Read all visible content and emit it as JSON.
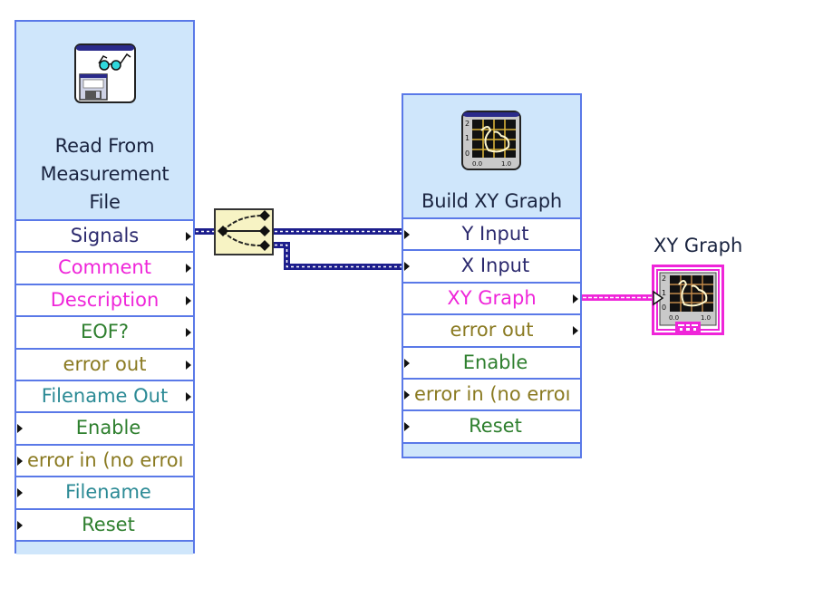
{
  "read_node": {
    "title_lines": [
      "Read From",
      "Measurement",
      "File"
    ],
    "icon": "read-measurement-file-icon",
    "outputs": [
      {
        "label": "Signals",
        "color": "#2c2a6e"
      },
      {
        "label": "Comment",
        "color": "#ef25d9"
      },
      {
        "label": "Description",
        "color": "#ef25d9"
      },
      {
        "label": "EOF?",
        "color": "#2e7f2e"
      },
      {
        "label": "error out",
        "color": "#8a7a21"
      },
      {
        "label": "Filename Out",
        "color": "#2b8a95"
      }
    ],
    "inputs": [
      {
        "label": "Enable",
        "color": "#2e7f2e"
      },
      {
        "label": "error in (no error)",
        "display": "error in (no erroı",
        "color": "#8a7a21"
      },
      {
        "label": "Filename",
        "color": "#2b8a95"
      },
      {
        "label": "Reset",
        "color": "#2e7f2e"
      }
    ]
  },
  "unbundle_node": {
    "name": "split-signals",
    "outputs": 3
  },
  "build_node": {
    "title": "Build XY Graph",
    "icon": "xy-graph-icon",
    "inputs_top": [
      {
        "label": "Y Input",
        "color": "#2c2a6e"
      },
      {
        "label": "X Input",
        "color": "#2c2a6e"
      }
    ],
    "outputs": [
      {
        "label": "XY Graph",
        "color": "#ef25d9"
      },
      {
        "label": "error out",
        "color": "#8a7a21"
      }
    ],
    "inputs_bottom": [
      {
        "label": "Enable",
        "color": "#2e7f2e"
      },
      {
        "label": "error in (no error)",
        "display": "error in (no erroı",
        "color": "#8a7a21"
      },
      {
        "label": "Reset",
        "color": "#2e7f2e"
      }
    ]
  },
  "indicator": {
    "label": "XY Graph",
    "icon": "xy-graph-indicator-icon",
    "icon_axis_labels": {
      "y": [
        "2",
        "1",
        "0"
      ],
      "x": [
        "0.0",
        "1.0"
      ]
    }
  },
  "colors": {
    "node_border": "#5a79e8",
    "node_fill": "#cfe6fb",
    "dynamic_wire": "#1c1d8c",
    "cluster_wire": "#ef25d9",
    "unbundle_fill": "#f7f3c4"
  }
}
